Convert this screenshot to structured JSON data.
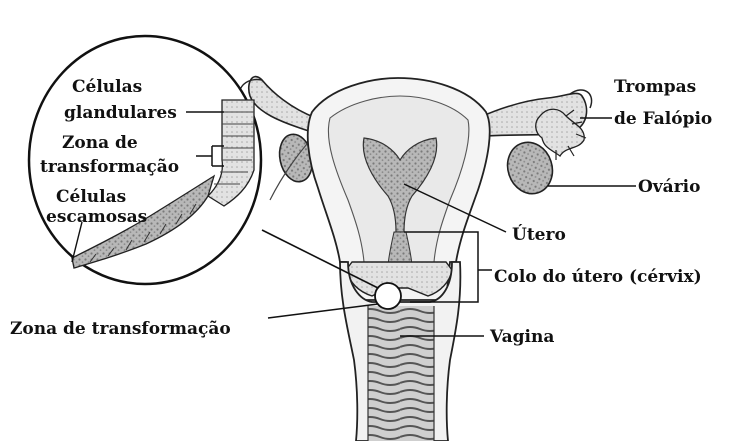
{
  "labels": {
    "celulas_glandulares": [
      "Células",
      "glandulares"
    ],
    "zona_inset": [
      "Zona de",
      "transformação"
    ],
    "celulas_escamosas": [
      "Células",
      "escamosas"
    ],
    "trompas": [
      "Trompas",
      "de Falópio"
    ],
    "ovario": "Ovário",
    "utero": "Útero",
    "colo": "Colo do útero (cérvix)",
    "zona_main": "Zona de transformação",
    "vagina": "Vagina"
  },
  "colors": {
    "ink": "#111111",
    "tissue_dark": "#6f6f6f",
    "tissue_mid": "#a7a7a7",
    "tissue_light": "#d9d9d9",
    "background": "#ffffff"
  }
}
